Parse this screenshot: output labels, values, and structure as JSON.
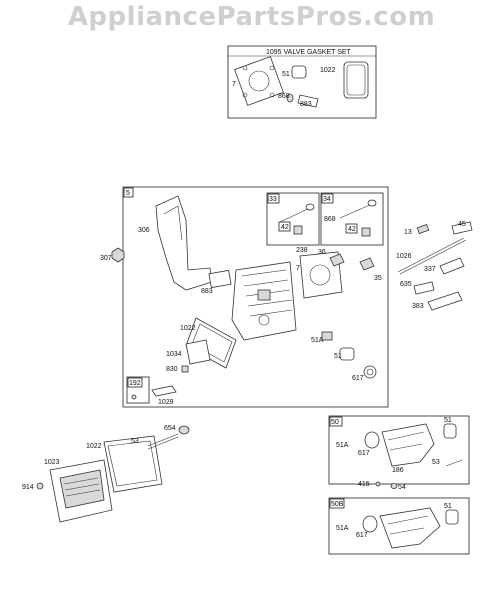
{
  "watermark": "AppliancePartsPros.com",
  "kits": {
    "valve_gasket_set": "1095 VALVE GASKET SET",
    "kit_33": "33",
    "kit_34": "34",
    "kit_5": "5",
    "kit_192": "192",
    "kit_50": "50",
    "kit_50b": "50B"
  },
  "labels": {
    "p7a": "7",
    "p51a": "51",
    "p1022a": "1022",
    "p868a": "868",
    "p883a": "883",
    "p306": "306",
    "p307": "307",
    "p42a": "42",
    "p42b": "42",
    "p868b": "868",
    "p238": "238",
    "p36": "36",
    "p7b": "7",
    "p35": "35",
    "p883b": "883",
    "p1022b": "1022",
    "p1034": "1034",
    "p830": "830",
    "p1029": "1029",
    "p51Aa": "51A",
    "p51b": "51",
    "p617a": "617",
    "p13": "13",
    "p45": "45",
    "p1026": "1026",
    "p337": "337",
    "p635": "635",
    "p383": "383",
    "p1022c": "1022",
    "p53a": "53",
    "p654": "654",
    "p1023": "1023",
    "p914": "914",
    "p51Ab": "51A",
    "p617b": "617",
    "p51c": "51",
    "p186": "186",
    "p53b": "53",
    "p415": "415",
    "p54": "54",
    "p51Ac": "51A",
    "p617c": "617",
    "p51d": "51"
  }
}
